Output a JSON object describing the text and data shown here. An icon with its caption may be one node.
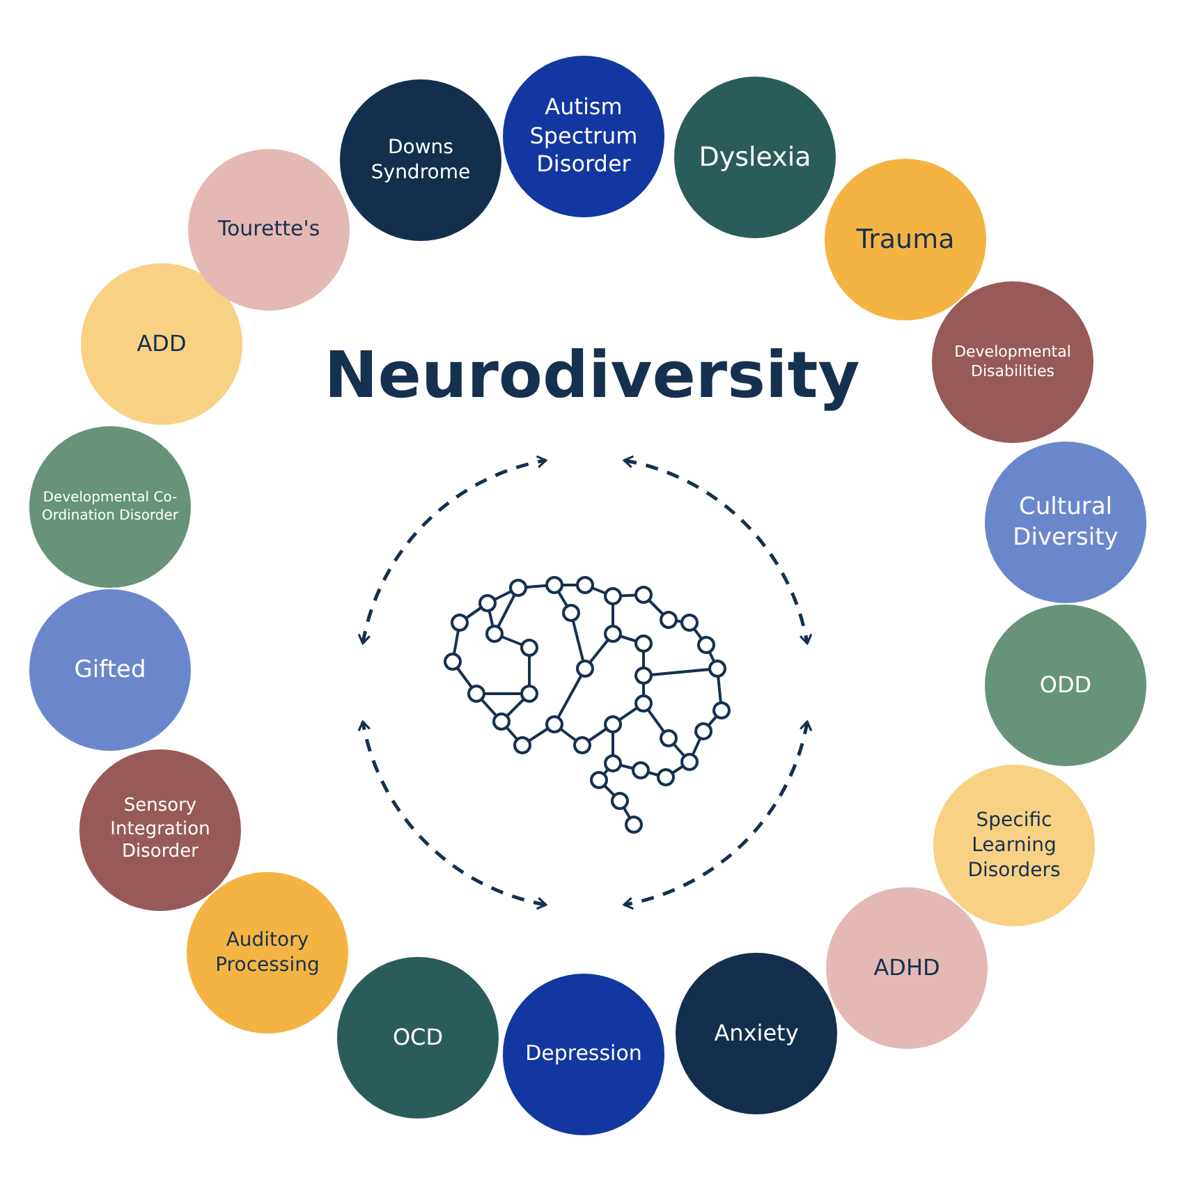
{
  "diagram": {
    "title": "Neurodiversity",
    "nodes": [
      {
        "text": [
          "Autism Spectrum Disorder"
        ]
      },
      {
        "text": [
          "Dyslexia"
        ]
      },
      {
        "text": [
          "Trauma"
        ]
      },
      {
        "text": [
          "Developmental Disabilities"
        ]
      },
      {
        "text": [
          "Cultural Diversity"
        ]
      },
      {
        "text": [
          "ODD"
        ]
      },
      {
        "text": [
          "Specific Learning Disorders"
        ]
      },
      {
        "text": [
          "ADHD"
        ]
      },
      {
        "text": [
          "Anxiety"
        ]
      },
      {
        "text": [
          "Depression"
        ]
      },
      {
        "text": [
          "OCD"
        ]
      },
      {
        "text": [
          "Auditory Processing"
        ]
      },
      {
        "text": [
          "Sensory Integration Disorder"
        ]
      },
      {
        "text": [
          "Gifted"
        ]
      },
      {
        "text": [
          "Developmental Co-Ordination Disorder"
        ]
      },
      {
        "text": [
          "ADD"
        ]
      },
      {
        "text": [
          "Tourette's"
        ]
      },
      {
        "text": [
          "Downs Syndrome"
        ]
      }
    ],
    "edges": []
  }
}
